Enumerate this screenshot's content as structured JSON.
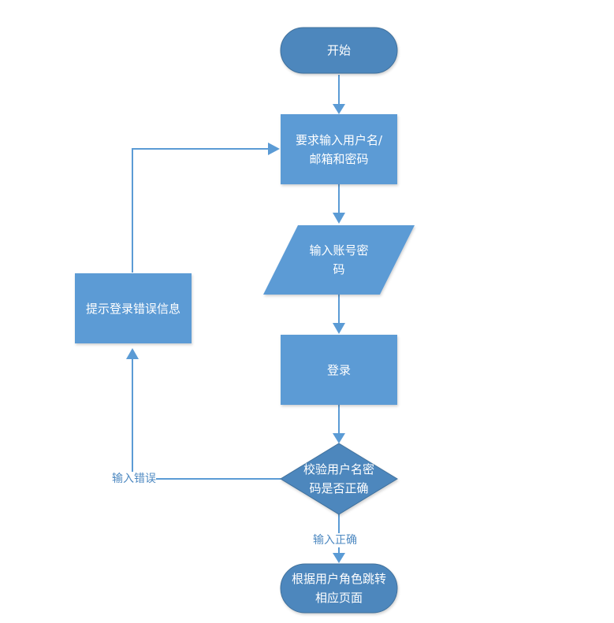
{
  "diagram": {
    "type": "flowchart",
    "colors": {
      "terminal_fill": "#4e87bd",
      "process_fill": "#5b9bd5",
      "line": "#5b9bd5",
      "edge_label_text": "#4e89c1"
    },
    "nodes": {
      "start": {
        "shape": "terminal",
        "label": "开始"
      },
      "prompt": {
        "shape": "process",
        "label": "要求输入用户名/\n邮箱和密码"
      },
      "input": {
        "shape": "data",
        "label": "输入账号密\n码"
      },
      "login": {
        "shape": "process",
        "label": "登录"
      },
      "verify": {
        "shape": "decision",
        "label": "校验用户名密\n码是否正确"
      },
      "error": {
        "shape": "process",
        "label": "提示登录错误信息"
      },
      "redirect": {
        "shape": "terminal",
        "label": "根据用户角色跳转\n相应页面"
      }
    },
    "edges": [
      {
        "from": "start",
        "to": "prompt",
        "label": ""
      },
      {
        "from": "prompt",
        "to": "input",
        "label": ""
      },
      {
        "from": "input",
        "to": "login",
        "label": ""
      },
      {
        "from": "login",
        "to": "verify",
        "label": ""
      },
      {
        "from": "verify",
        "to": "redirect",
        "label": "输入正确"
      },
      {
        "from": "verify",
        "to": "error",
        "label": "输入错误"
      },
      {
        "from": "error",
        "to": "prompt",
        "label": ""
      }
    ],
    "edge_labels": {
      "correct": "输入正确",
      "wrong": "输入错误"
    }
  }
}
